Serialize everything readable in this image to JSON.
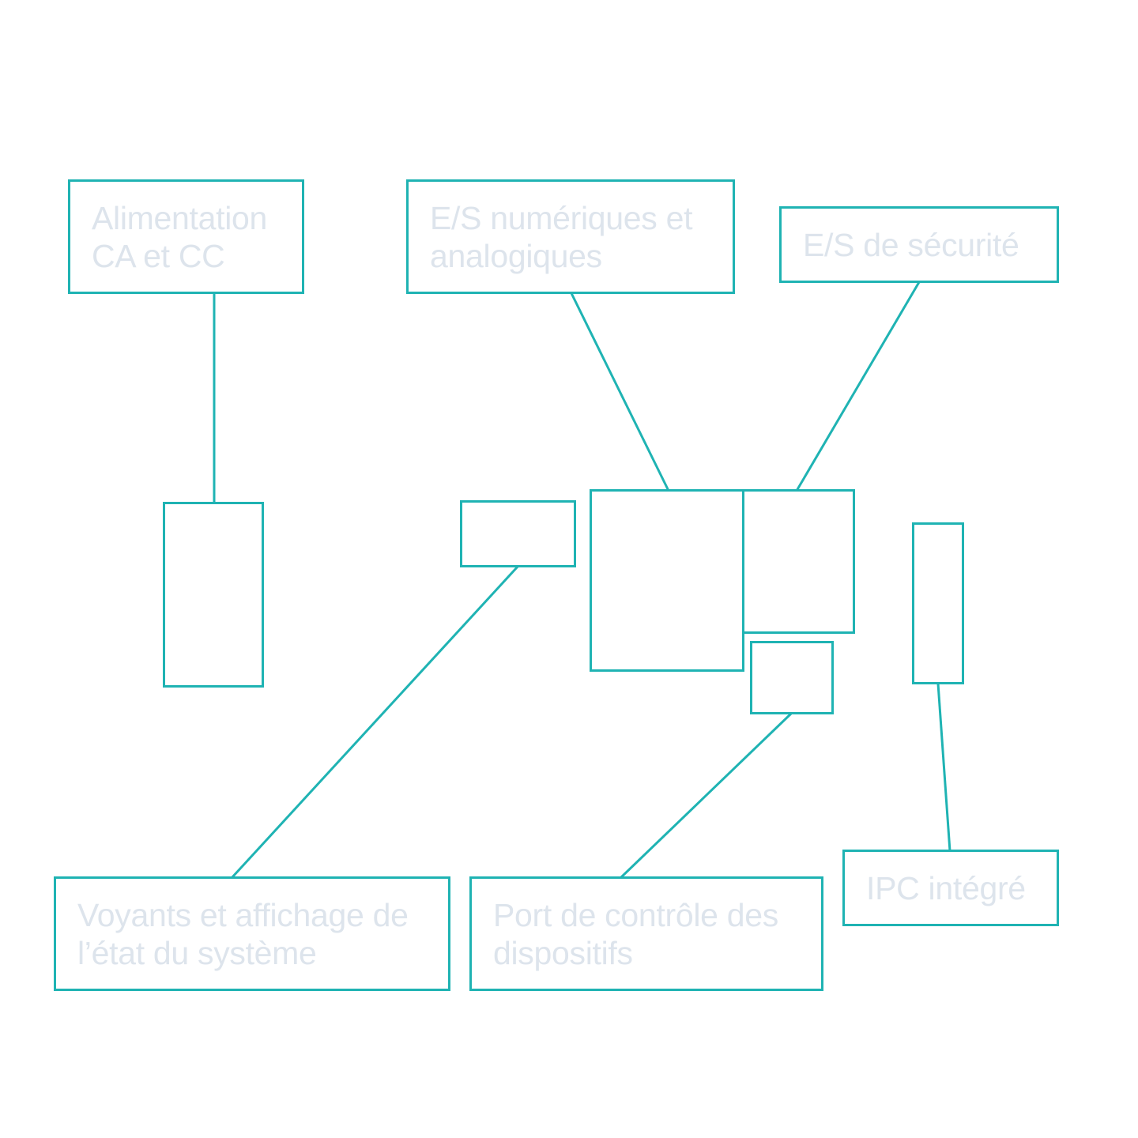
{
  "colors": {
    "accent": "#1fb3b3",
    "label": "#dde4ec",
    "background": "#ffffff"
  },
  "labels": {
    "power": "Alimentation\nCA et CC",
    "digital_analog_io": "E/S numériques et\nanalogiques",
    "safety_io": "E/S de sécurité",
    "status_display": "Voyants et affichage de\nl’état du système",
    "device_port": "Port de contrôle des\ndispositifs",
    "ipc": "IPC intégré"
  }
}
